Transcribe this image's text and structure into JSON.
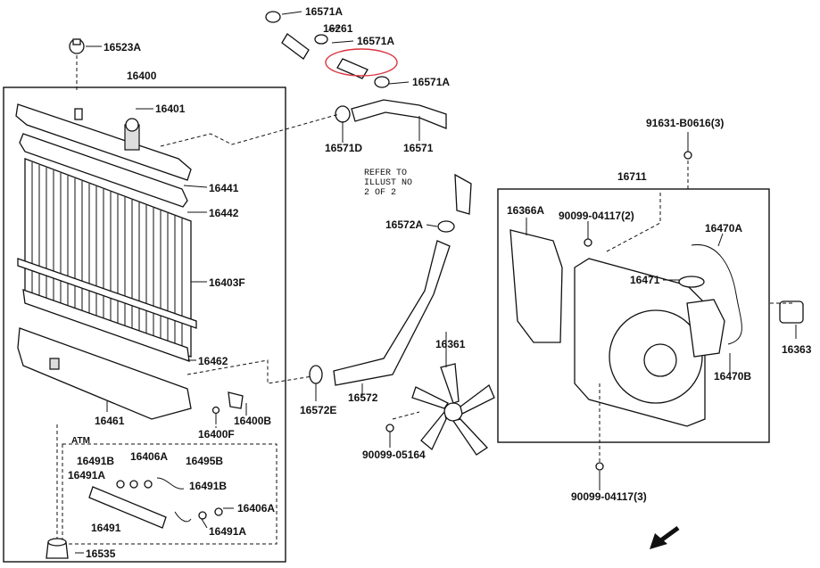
{
  "diagram": {
    "labels": {
      "p16571A_top": "16571A",
      "p16261": "16261",
      "p16571A_mid": "16571A",
      "p16571A_low": "16571A",
      "p16523A": "16523A",
      "p16400": "16400",
      "p16401": "16401",
      "p16571D": "16571D",
      "p16571": "16571",
      "p91631": "91631-B0616(3)",
      "p16441": "16441",
      "p16442": "16442",
      "p16711": "16711",
      "p16366A": "16366A",
      "p90099_04117_2": "90099-04117(2)",
      "p16572A": "16572A",
      "p16470A": "16470A",
      "p16403F": "16403F",
      "p16471": "16471",
      "p16361": "16361",
      "p16363": "16363",
      "p16462": "16462",
      "p16470B": "16470B",
      "p16461": "16461",
      "p16572E": "16572E",
      "p16572": "16572",
      "p16400B": "16400B",
      "p16400F": "16400F",
      "atm": "ATM",
      "p16491B_a": "16491B",
      "p16406A_a": "16406A",
      "p16495B": "16495B",
      "p16491A_a": "16491A",
      "p90099_05164": "90099-05164",
      "p16491B_b": "16491B",
      "p16406A_b": "16406A",
      "p90099_04117_3": "90099-04117(3)",
      "p16491": "16491",
      "p16491A_b": "16491A",
      "p16535": "16535"
    },
    "refer_note": {
      "line1": "REFER TO",
      "line2": "ILLUST NO",
      "line3": "2 OF 2"
    },
    "colors": {
      "ink": "#111111",
      "highlight": "#d9363e"
    },
    "icons": [
      "front-direction-arrow-icon"
    ]
  }
}
